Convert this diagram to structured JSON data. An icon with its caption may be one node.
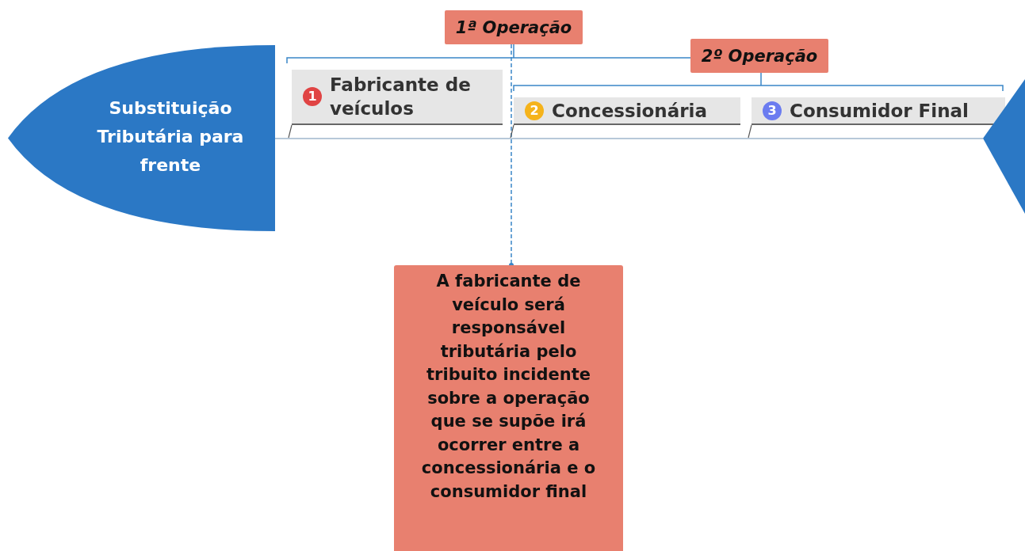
{
  "diagram": {
    "nodes": [
      {
        "text": [
          "Substituição Tributária para frente"
        ]
      },
      {
        "text": [
          "1",
          "Fabricante de veículos"
        ]
      },
      {
        "text": [
          "2",
          "Concessionária"
        ]
      },
      {
        "text": [
          "3",
          "Consumidor Final"
        ]
      },
      {
        "text": [
          "1ª Operação"
        ]
      },
      {
        "text": [
          "2º Operação"
        ]
      },
      {
        "text": [
          "A fabricante de veículo será responsável tributária pelo tribuito incidente sobre a operação que se supõe irá ocorrer entre a concessionária e o consumidor final"
        ]
      },
      {
        "text": [],
        "shape": "triangle"
      }
    ],
    "edges": [
      {
        "from": 0,
        "to": 7,
        "arrow": "none",
        "color": "#9fb6cc"
      },
      {
        "from": 4,
        "to": 6,
        "arrow": "other",
        "style": "dashed",
        "color": "#3a86c8"
      },
      {
        "from": 1,
        "to": null,
        "arrow": "none"
      },
      {
        "from": 2,
        "to": null,
        "arrow": "none"
      },
      {
        "from": 3,
        "to": null,
        "arrow": "none"
      }
    ]
  }
}
